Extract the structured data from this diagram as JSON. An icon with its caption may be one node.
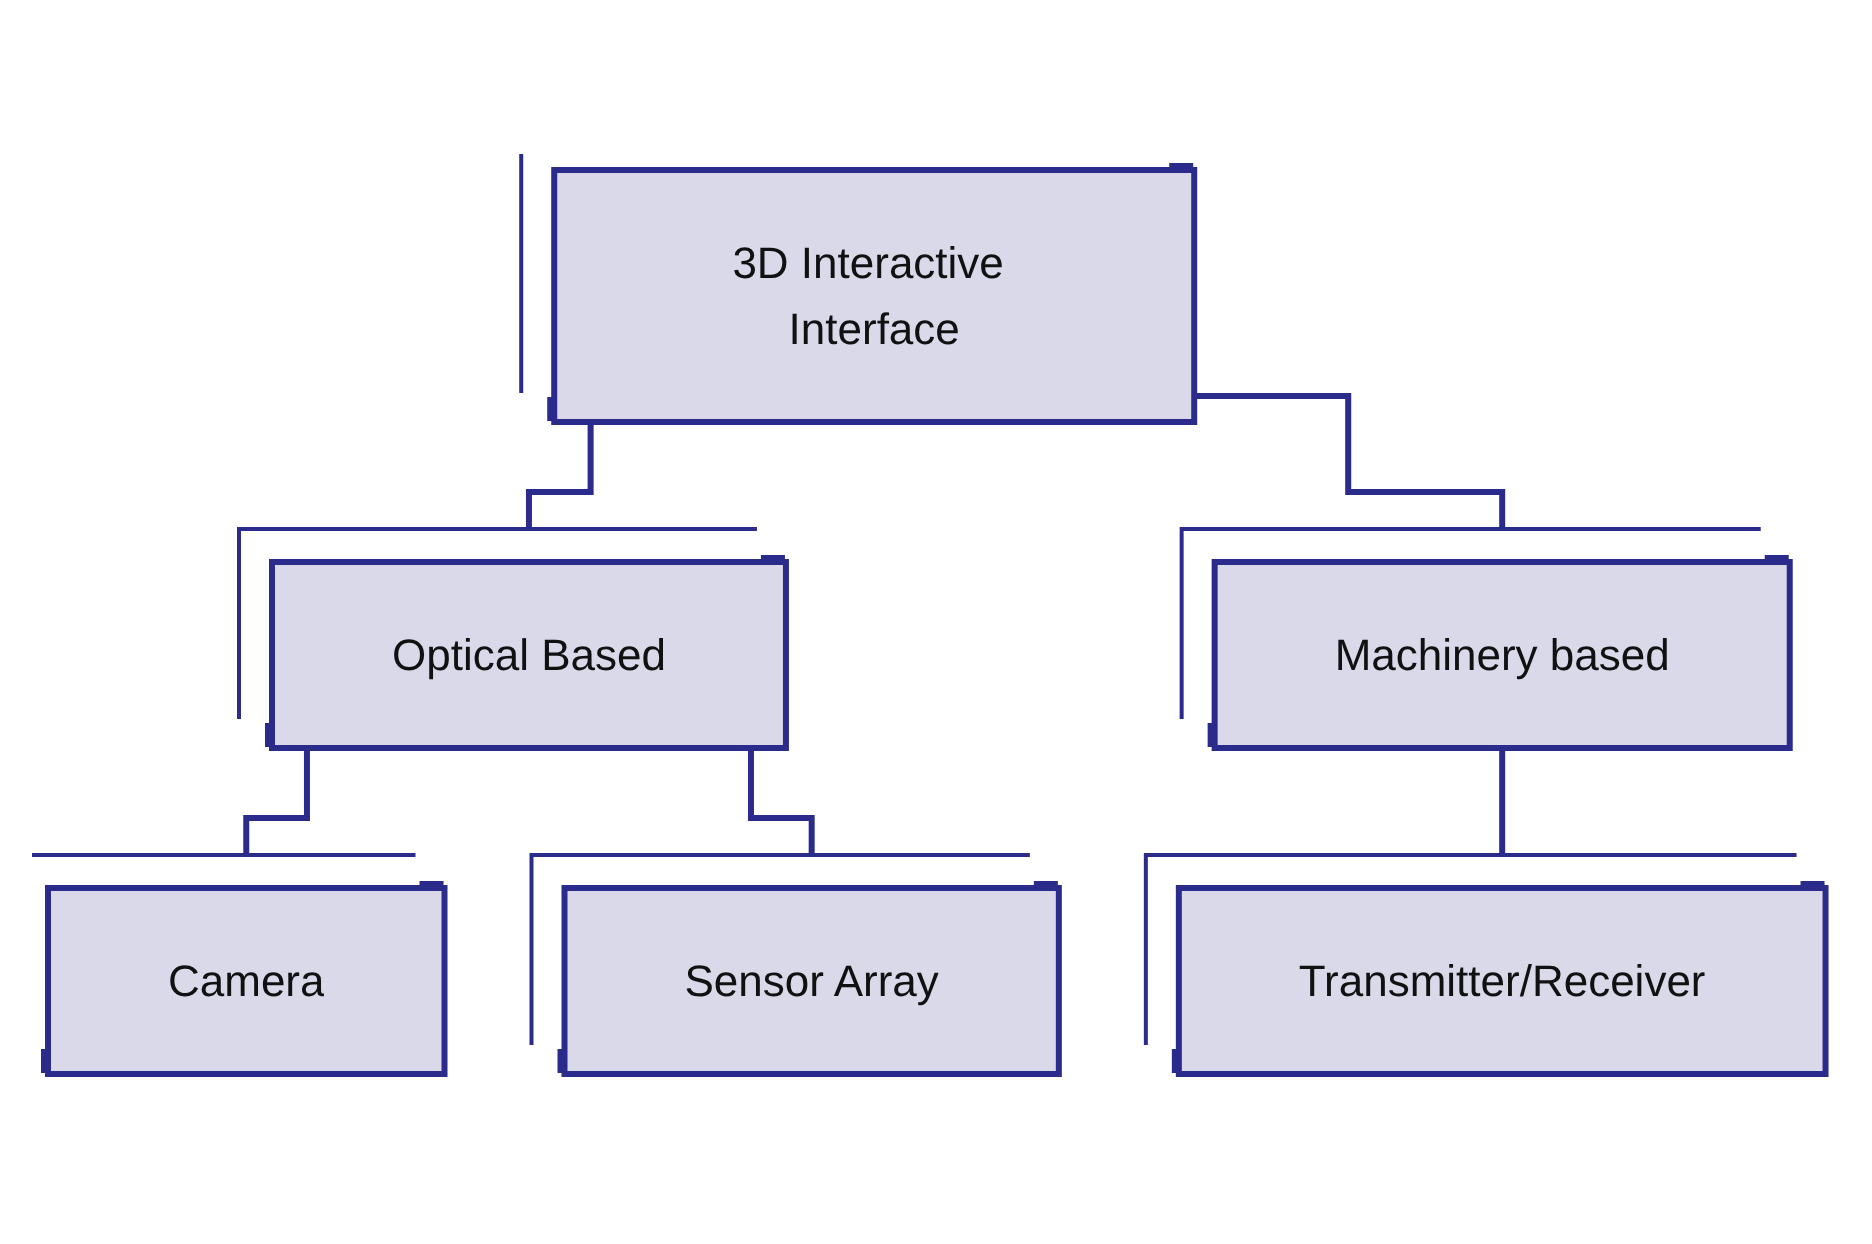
{
  "diagram": {
    "nodes": [
      {
        "text": [
          "3D Interactive Interface"
        ]
      },
      {
        "text": [
          "Optical Based"
        ]
      },
      {
        "text": [
          "Machinery based"
        ]
      },
      {
        "text": [
          "Camera"
        ]
      },
      {
        "text": [
          "Sensor Array"
        ]
      },
      {
        "text": [
          "Transmitter/Receiver"
        ]
      }
    ],
    "edges": [
      {
        "from": 0,
        "to": 1,
        "arrow": "none"
      },
      {
        "from": 0,
        "to": 2,
        "arrow": "none"
      },
      {
        "from": 1,
        "to": 3,
        "arrow": "none"
      },
      {
        "from": 1,
        "to": 4,
        "arrow": "none"
      },
      {
        "from": 2,
        "to": 5,
        "arrow": "none"
      }
    ]
  }
}
